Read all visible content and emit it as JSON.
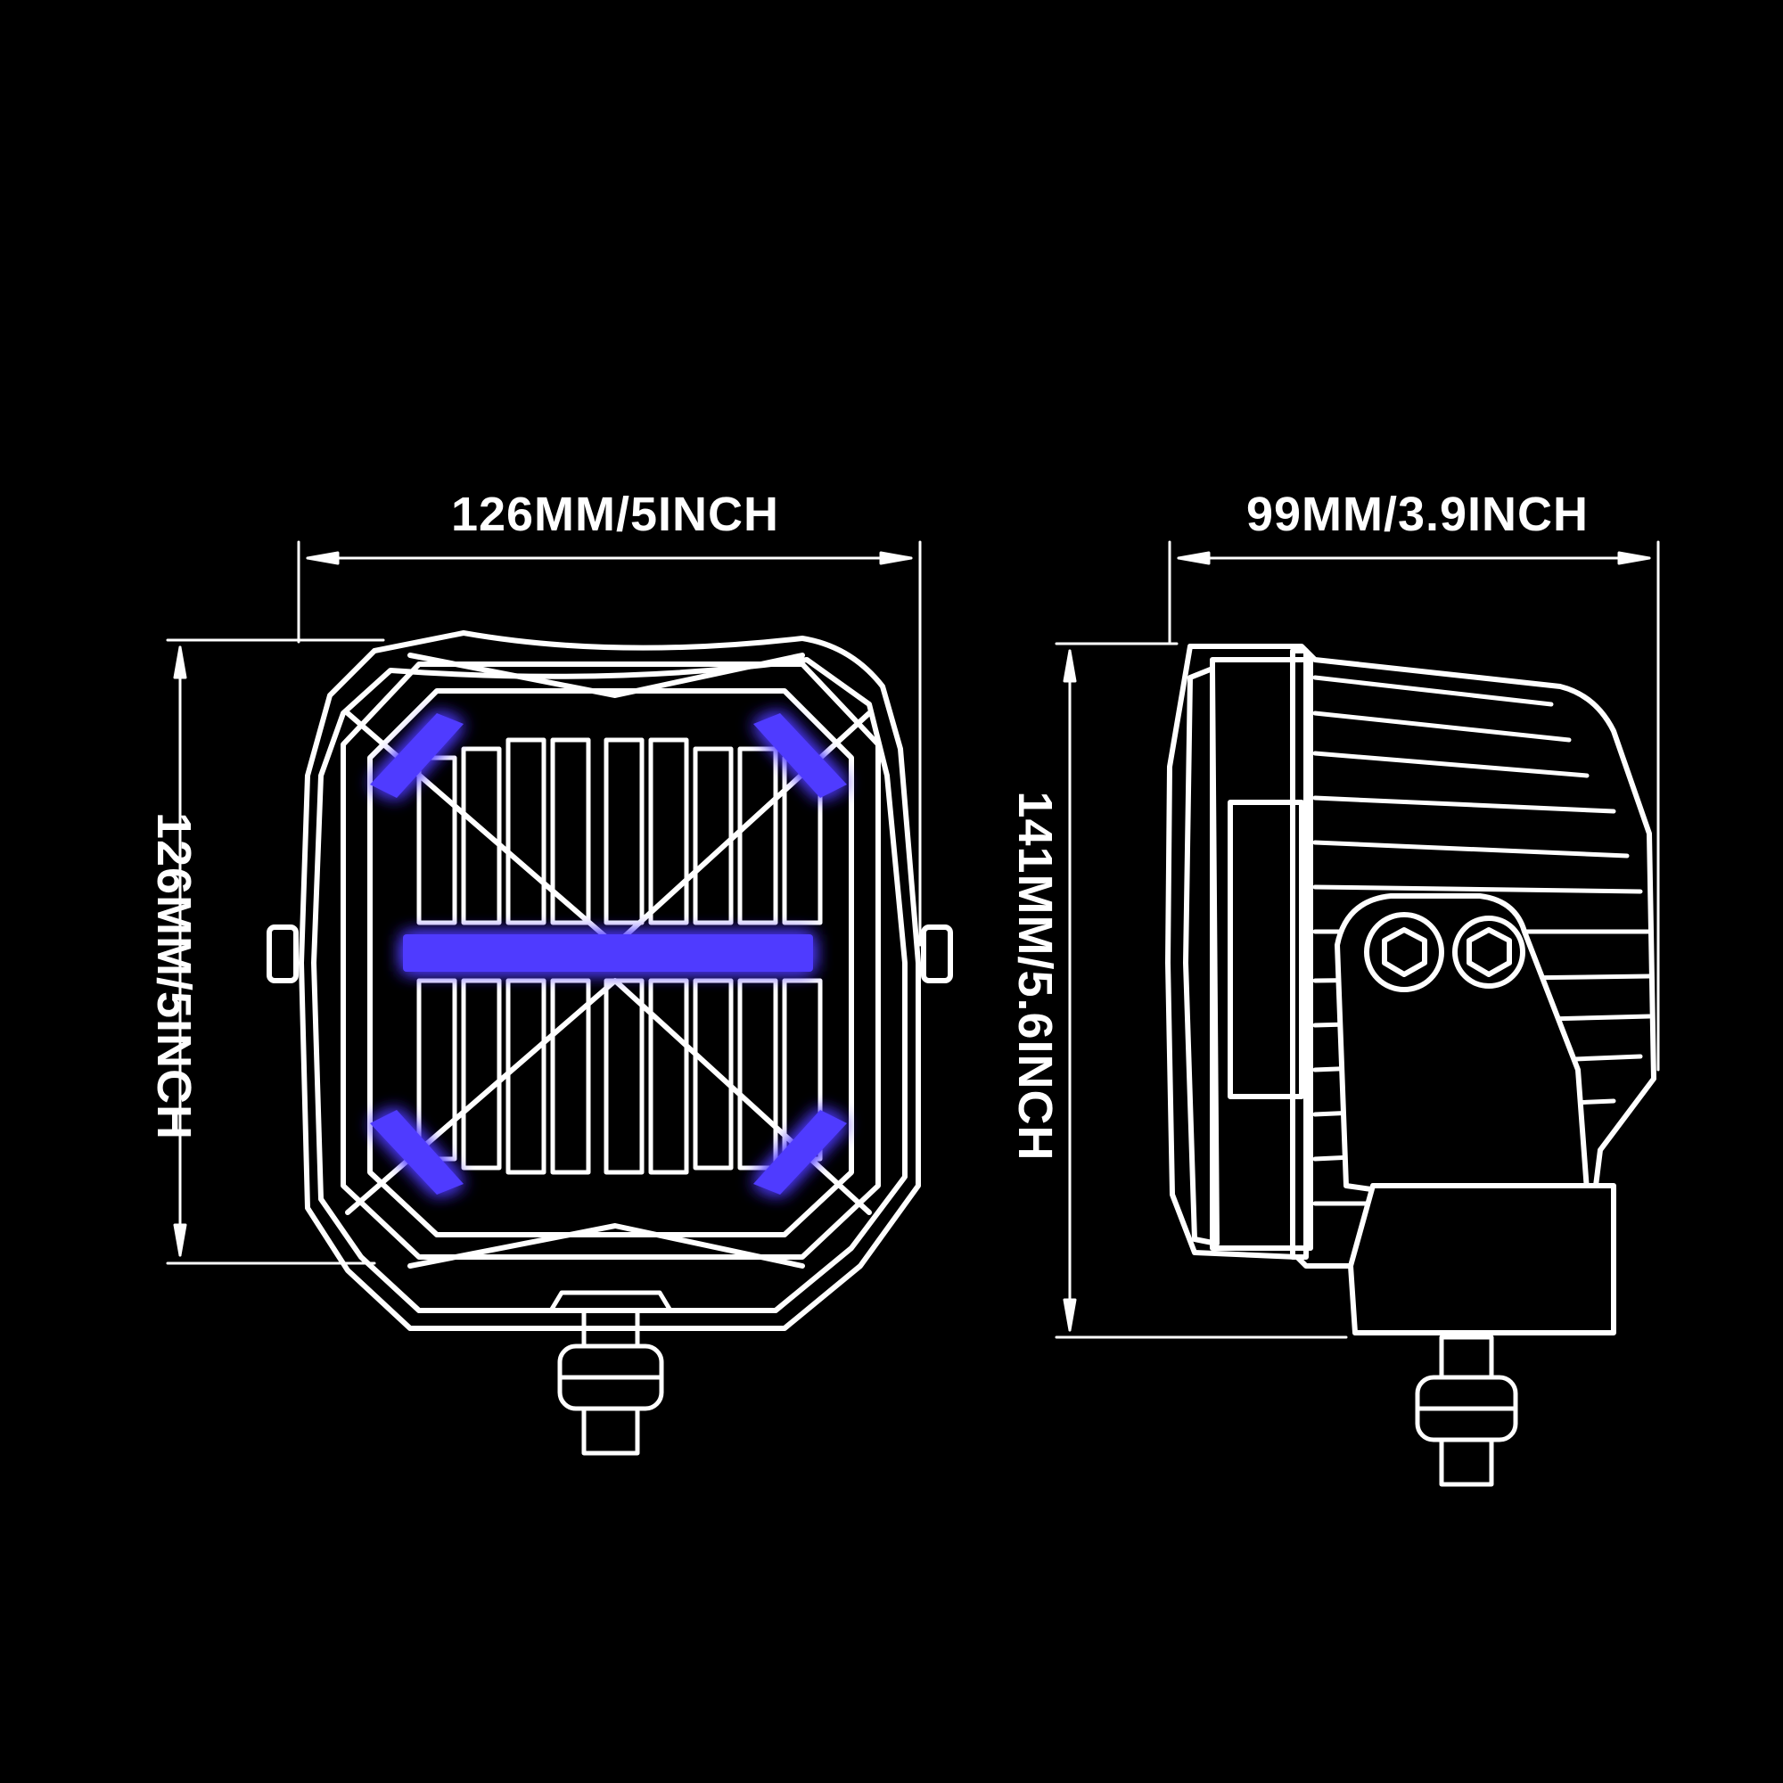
{
  "dimensions": {
    "front_width": "126MM/5INCH",
    "front_height": "126MM/5INCH",
    "side_depth": "99MM/3.9INCH",
    "side_height": "141MM/5.6INCH"
  },
  "colors": {
    "background": "#000000",
    "line": "#ffffff",
    "accent_glow": "#4f3bff"
  },
  "views": [
    "front-view",
    "side-view"
  ]
}
